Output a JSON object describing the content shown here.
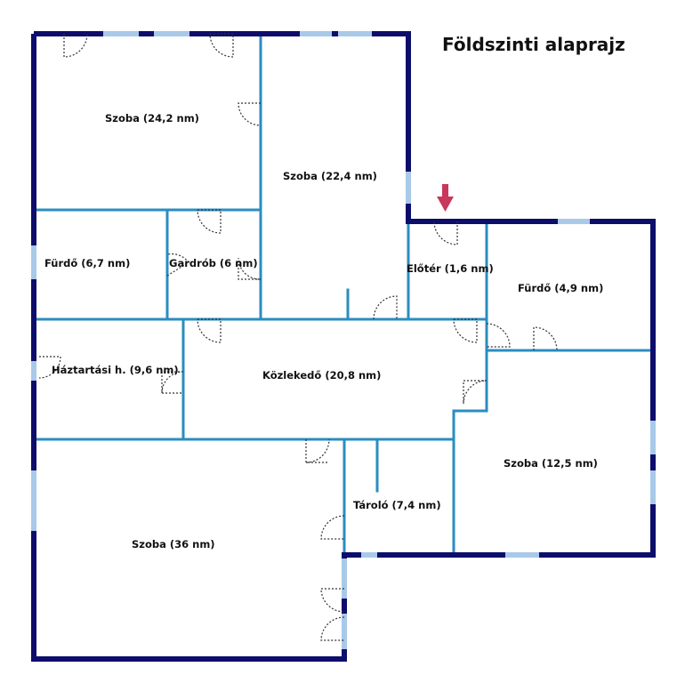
{
  "title": "Földszinti alaprajz",
  "rooms": [
    {
      "id": "szoba1",
      "label": "Szoba (24,2 nm)"
    },
    {
      "id": "szoba2",
      "label": "Szoba (22,4 nm)"
    },
    {
      "id": "furdo1",
      "label": "Fürdő (6,7 nm)"
    },
    {
      "id": "gardrob",
      "label": "Gardrób (6 nm)"
    },
    {
      "id": "eloter",
      "label": "Előtér (1,6 nm)"
    },
    {
      "id": "furdo2",
      "label": "Fürdő (4,9 nm)"
    },
    {
      "id": "haztartasi",
      "label": "Háztartási h. (9,6 nm)"
    },
    {
      "id": "kozlekedo",
      "label": "Közlekedő (20,8 nm)"
    },
    {
      "id": "szoba3",
      "label": "Szoba (12,5 nm)"
    },
    {
      "id": "tarolo",
      "label": "Tároló (7,4 nm)"
    },
    {
      "id": "szoba4",
      "label": "Szoba (36 nm)"
    }
  ],
  "colors": {
    "outer_wall": "#0d0d6b",
    "inner_wall": "#2a8dc0",
    "window": "#a9c9e8",
    "door_arc": "#333333",
    "entrance_arrow": "#c8385a"
  },
  "icons": {
    "entrance": "down-arrow-icon",
    "door": "door-swing-icon",
    "window": "window-icon"
  }
}
